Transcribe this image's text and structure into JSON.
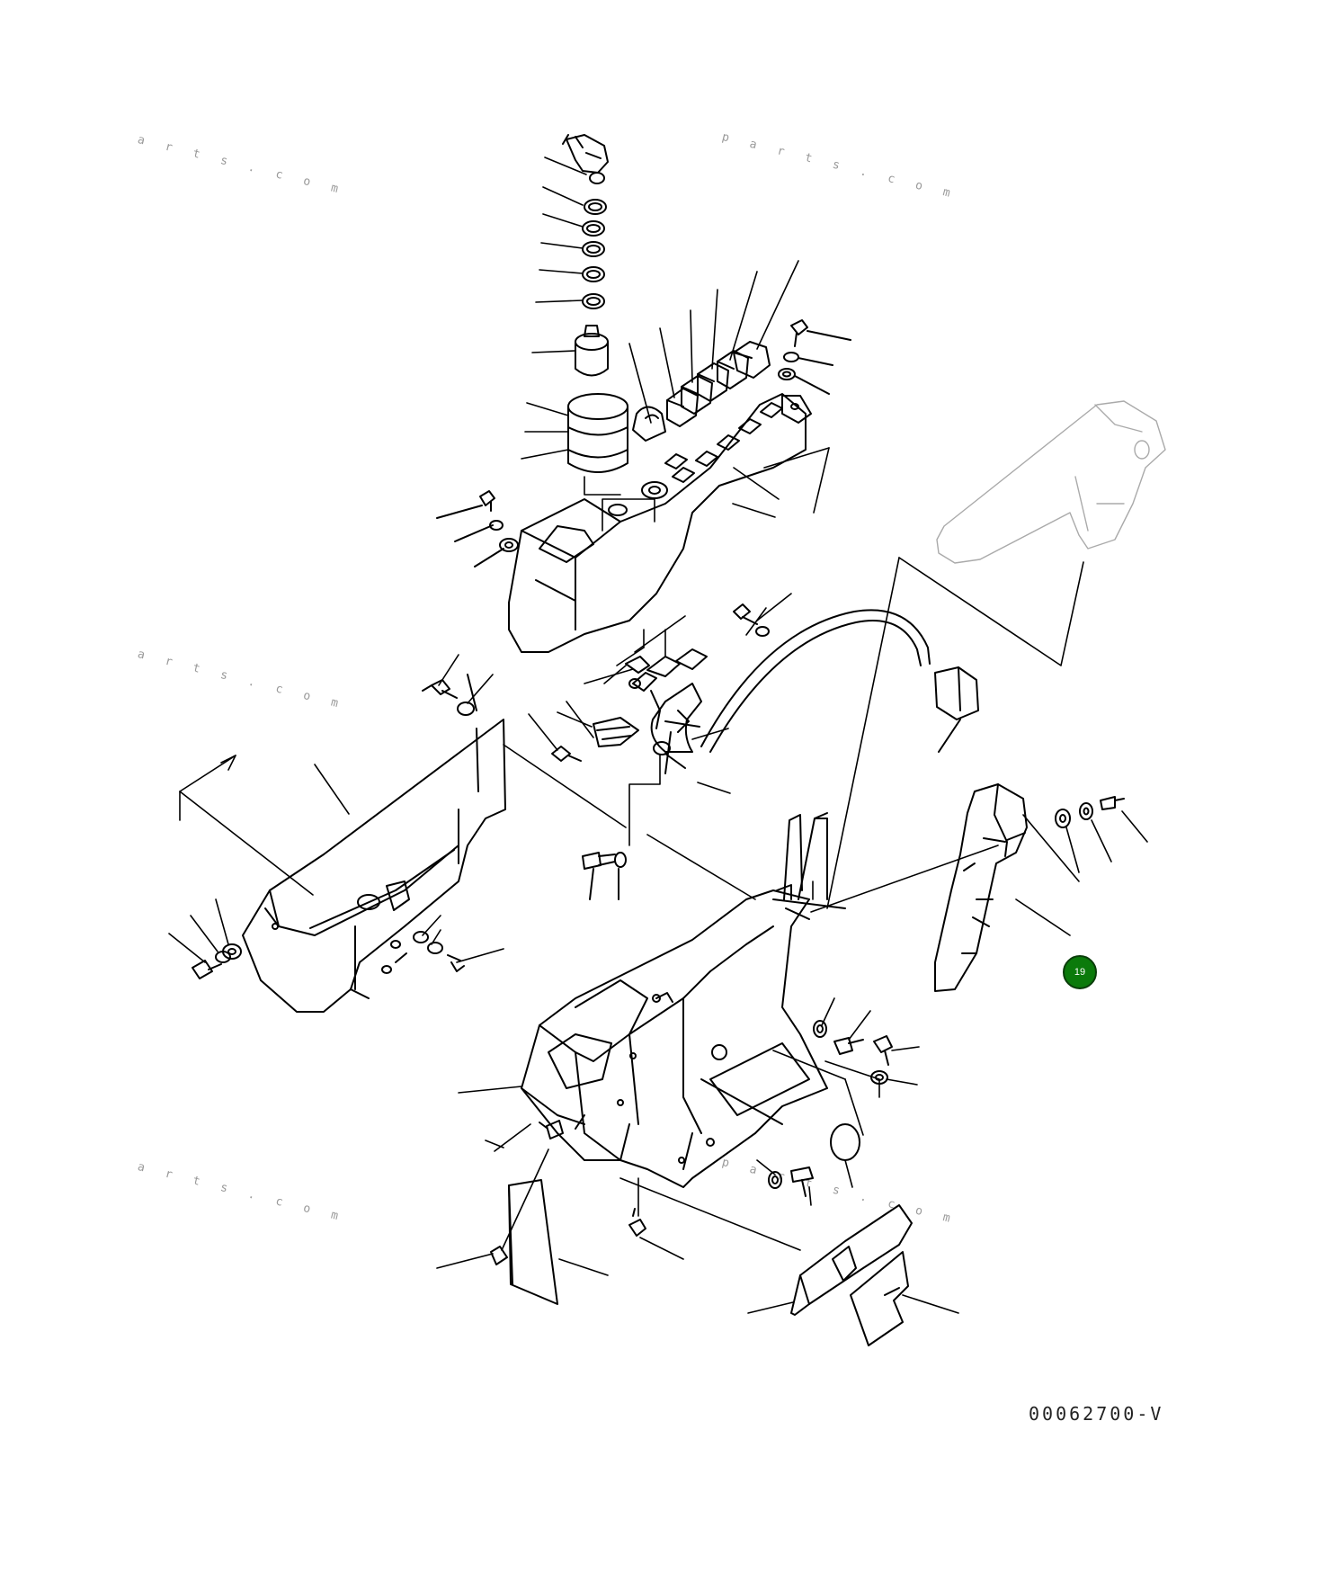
{
  "diagram": {
    "document_number": "00062700-V",
    "watermarks": [
      "a r t s . c o m",
      "p a r t s . c o m",
      "a r t s . c o m",
      "a r t s . c o m",
      "p a r t s . c o m"
    ],
    "hotspot": {
      "label": "19",
      "color": "#0b7a0b"
    }
  }
}
